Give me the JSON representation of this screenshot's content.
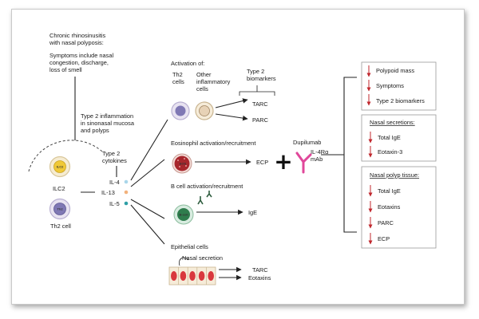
{
  "intro": {
    "line1": "Chronic rhinosinusitis",
    "line2": "with nasal polyposis:",
    "sym1": "Symptoms include nasal",
    "sym2": "congestion, discharge,",
    "sym3": "loss of smell"
  },
  "inflammation": {
    "line1": "Type 2 inflammation",
    "line2": "in sinonasal mucosa",
    "line3": "and polyps"
  },
  "cells": {
    "ilc2_label": "ILC2",
    "th2_label": "Th2 cell",
    "ilc2_inner": "ILC2",
    "th2_inner": "Th2",
    "eos_inner": "EOS",
    "bcell_inner": "B-cell"
  },
  "cytokines": {
    "title1": "Type 2",
    "title2": "cytokines",
    "items": [
      "IL-4",
      "IL-13",
      "IL-5"
    ],
    "colors": [
      "#a9d6ea",
      "#f2b27c",
      "#2e9fa6"
    ]
  },
  "activation": {
    "title": "Activation of:",
    "th2_1": "Th2",
    "th2_2": "cells",
    "other1": "Other",
    "other2": "inflammatory",
    "other3": "cells",
    "bio1": "Type 2",
    "bio2": "biomarkers",
    "tarc": "TARC",
    "parc": "PARC"
  },
  "eosinophil": {
    "title": "Eosinophil activation/recruitment",
    "ecp": "ECP"
  },
  "bcell": {
    "title": "B cell activation/recruitment",
    "ige": "IgE"
  },
  "epithelial": {
    "title": "Epithelial cells",
    "secretion": "Nasal secretion",
    "tarc": "TARC",
    "eotaxins": "Eotaxins"
  },
  "drug": {
    "name": "Dupilumab",
    "target1": "IL-4Rα",
    "target2": "mAb",
    "plus": "+",
    "color": "#e0479a"
  },
  "outcomes": {
    "box1": [
      "Polypoid mass",
      "Symptoms",
      "Type 2 biomarkers"
    ],
    "box2_title": "Nasal secretions:",
    "box2": [
      "Total IgE",
      "Eotaxin-3"
    ],
    "box3_title": "Nasal polyp tissue:",
    "box3": [
      "Total IgE",
      "Eotaxins",
      "PARC",
      "ECP"
    ],
    "arrow_color": "#c0272d"
  }
}
